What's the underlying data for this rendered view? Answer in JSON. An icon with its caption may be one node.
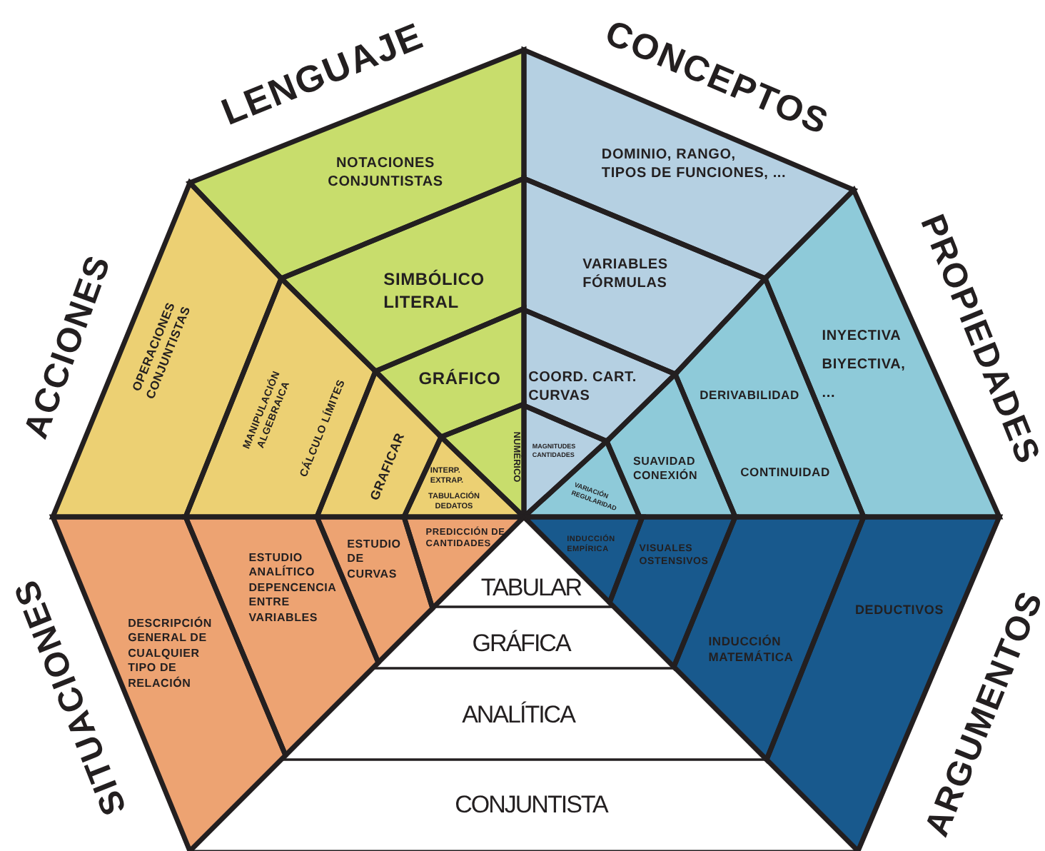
{
  "diagram": {
    "nodes": [
      {
        "text": [
          "NOTACIONES CONJUNTISTAS"
        ]
      },
      {
        "text": [
          "SIMBÓLICO LITERAL"
        ]
      },
      {
        "text": [
          "GRÁFICO"
        ]
      },
      {
        "text": [
          "NUMÉRICO"
        ]
      },
      {
        "text": [
          "DOMINIO, RANGO, TIPOS DE FUNCIONES, ..."
        ]
      },
      {
        "text": [
          "VARIABLES FÓRMULAS"
        ]
      },
      {
        "text": [
          "COORD. CART. CURVAS"
        ]
      },
      {
        "text": [
          "MAGNITUDES CANTIDADES"
        ]
      },
      {
        "text": [
          "OPERACIONES CONJUNTISTAS"
        ]
      },
      {
        "text": [
          "MANIPULACIÓN ALGEBRAICA",
          "CÁLCULO LÍMITES"
        ]
      },
      {
        "text": [
          "GRAFICAR"
        ]
      },
      {
        "text": [
          "INTERP. EXTRAP.",
          "TABULACIÓN DEDATOS"
        ]
      },
      {
        "text": [
          "INYECTIVA BIYECTIVA, ..."
        ]
      },
      {
        "text": [
          "DERIVABILIDAD",
          "CONTINUIDAD"
        ]
      },
      {
        "text": [
          "SUAVIDAD CONEXIÓN"
        ]
      },
      {
        "text": [
          "VARIACIÓN REGULARIDAD"
        ]
      },
      {
        "text": [
          "DESCRIPCIÓN GENERAL DE CUALQUIER TIPO DE RELACIÓN"
        ]
      },
      {
        "text": [
          "ESTUDIO ANALÍTICO DEPENCENCIA ENTRE VARIABLES"
        ]
      },
      {
        "text": [
          "ESTUDIO DE CURVAS"
        ]
      },
      {
        "text": [
          "PREDICCIÓN DE CANTIDADES"
        ]
      },
      {
        "text": [
          "INDUCCIÓN EMPÍRICA"
        ]
      },
      {
        "text": [
          "VISUALES OSTENSIVOS"
        ]
      },
      {
        "text": [
          "INDUCCIÓN MATEMÁTICA"
        ]
      },
      {
        "text": [
          "DEDUCTIVOS"
        ]
      },
      {
        "text": [
          "TABULAR"
        ]
      },
      {
        "text": [
          "GRÁFICA"
        ]
      },
      {
        "text": [
          "ANALÍTICA"
        ]
      },
      {
        "text": [
          "CONJUNTISTA"
        ]
      }
    ],
    "labels": [
      "LENGUAJE",
      "CONCEPTOS",
      "ACCIONES",
      "PROPIEDADES",
      "SITUACIONES",
      "ARGUMENTOS"
    ]
  }
}
